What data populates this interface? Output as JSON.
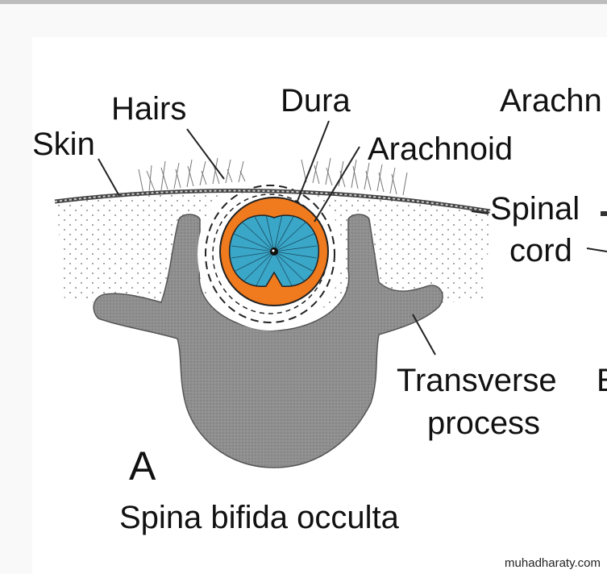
{
  "labels": {
    "skin": "Skin",
    "hairs": "Hairs",
    "dura": "Dura",
    "arachnoid": "Arachnoid",
    "arachnoid_cut": "Arachn",
    "spinal": "Spinal",
    "cord": "cord",
    "transverse": "Transverse",
    "process": "process",
    "panel_letter": "A",
    "caption": "Spina bifida occulta",
    "edge_letter": "E"
  },
  "watermark": "muhadharaty.com",
  "colors": {
    "bone": "#8c8c8c",
    "pia_orange": "#f07a1e",
    "cord_blue": "#3aa6c8",
    "skin_line": "#555555"
  }
}
